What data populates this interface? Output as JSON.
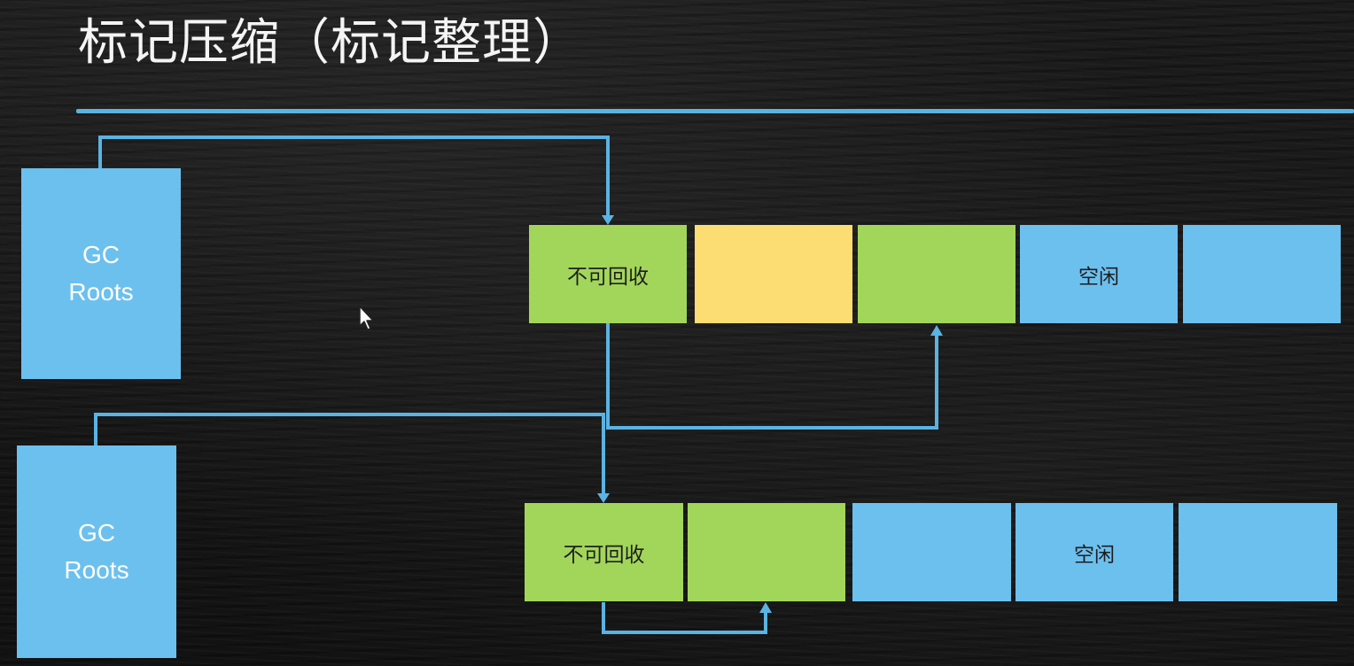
{
  "title": "标记压缩（标记整理）",
  "colors": {
    "live_object": "#a2d65a",
    "garbage_object": "#fcdd73",
    "free_space": "#6cc0ee",
    "arrows": "#5ab3e2"
  },
  "before": {
    "gc_roots": [
      "GC",
      "Roots"
    ],
    "blocks": [
      {
        "state": "green",
        "label": "不可回收"
      },
      {
        "state": "yellow",
        "label": ""
      },
      {
        "state": "green",
        "label": ""
      },
      {
        "state": "blue",
        "label": "空闲"
      },
      {
        "state": "blue",
        "label": ""
      }
    ]
  },
  "after": {
    "gc_roots": [
      "GC",
      "Roots"
    ],
    "blocks": [
      {
        "state": "green",
        "label": "不可回收"
      },
      {
        "state": "green",
        "label": ""
      },
      {
        "state": "blue",
        "label": ""
      },
      {
        "state": "blue",
        "label": "空闲"
      },
      {
        "state": "blue",
        "label": ""
      }
    ]
  }
}
